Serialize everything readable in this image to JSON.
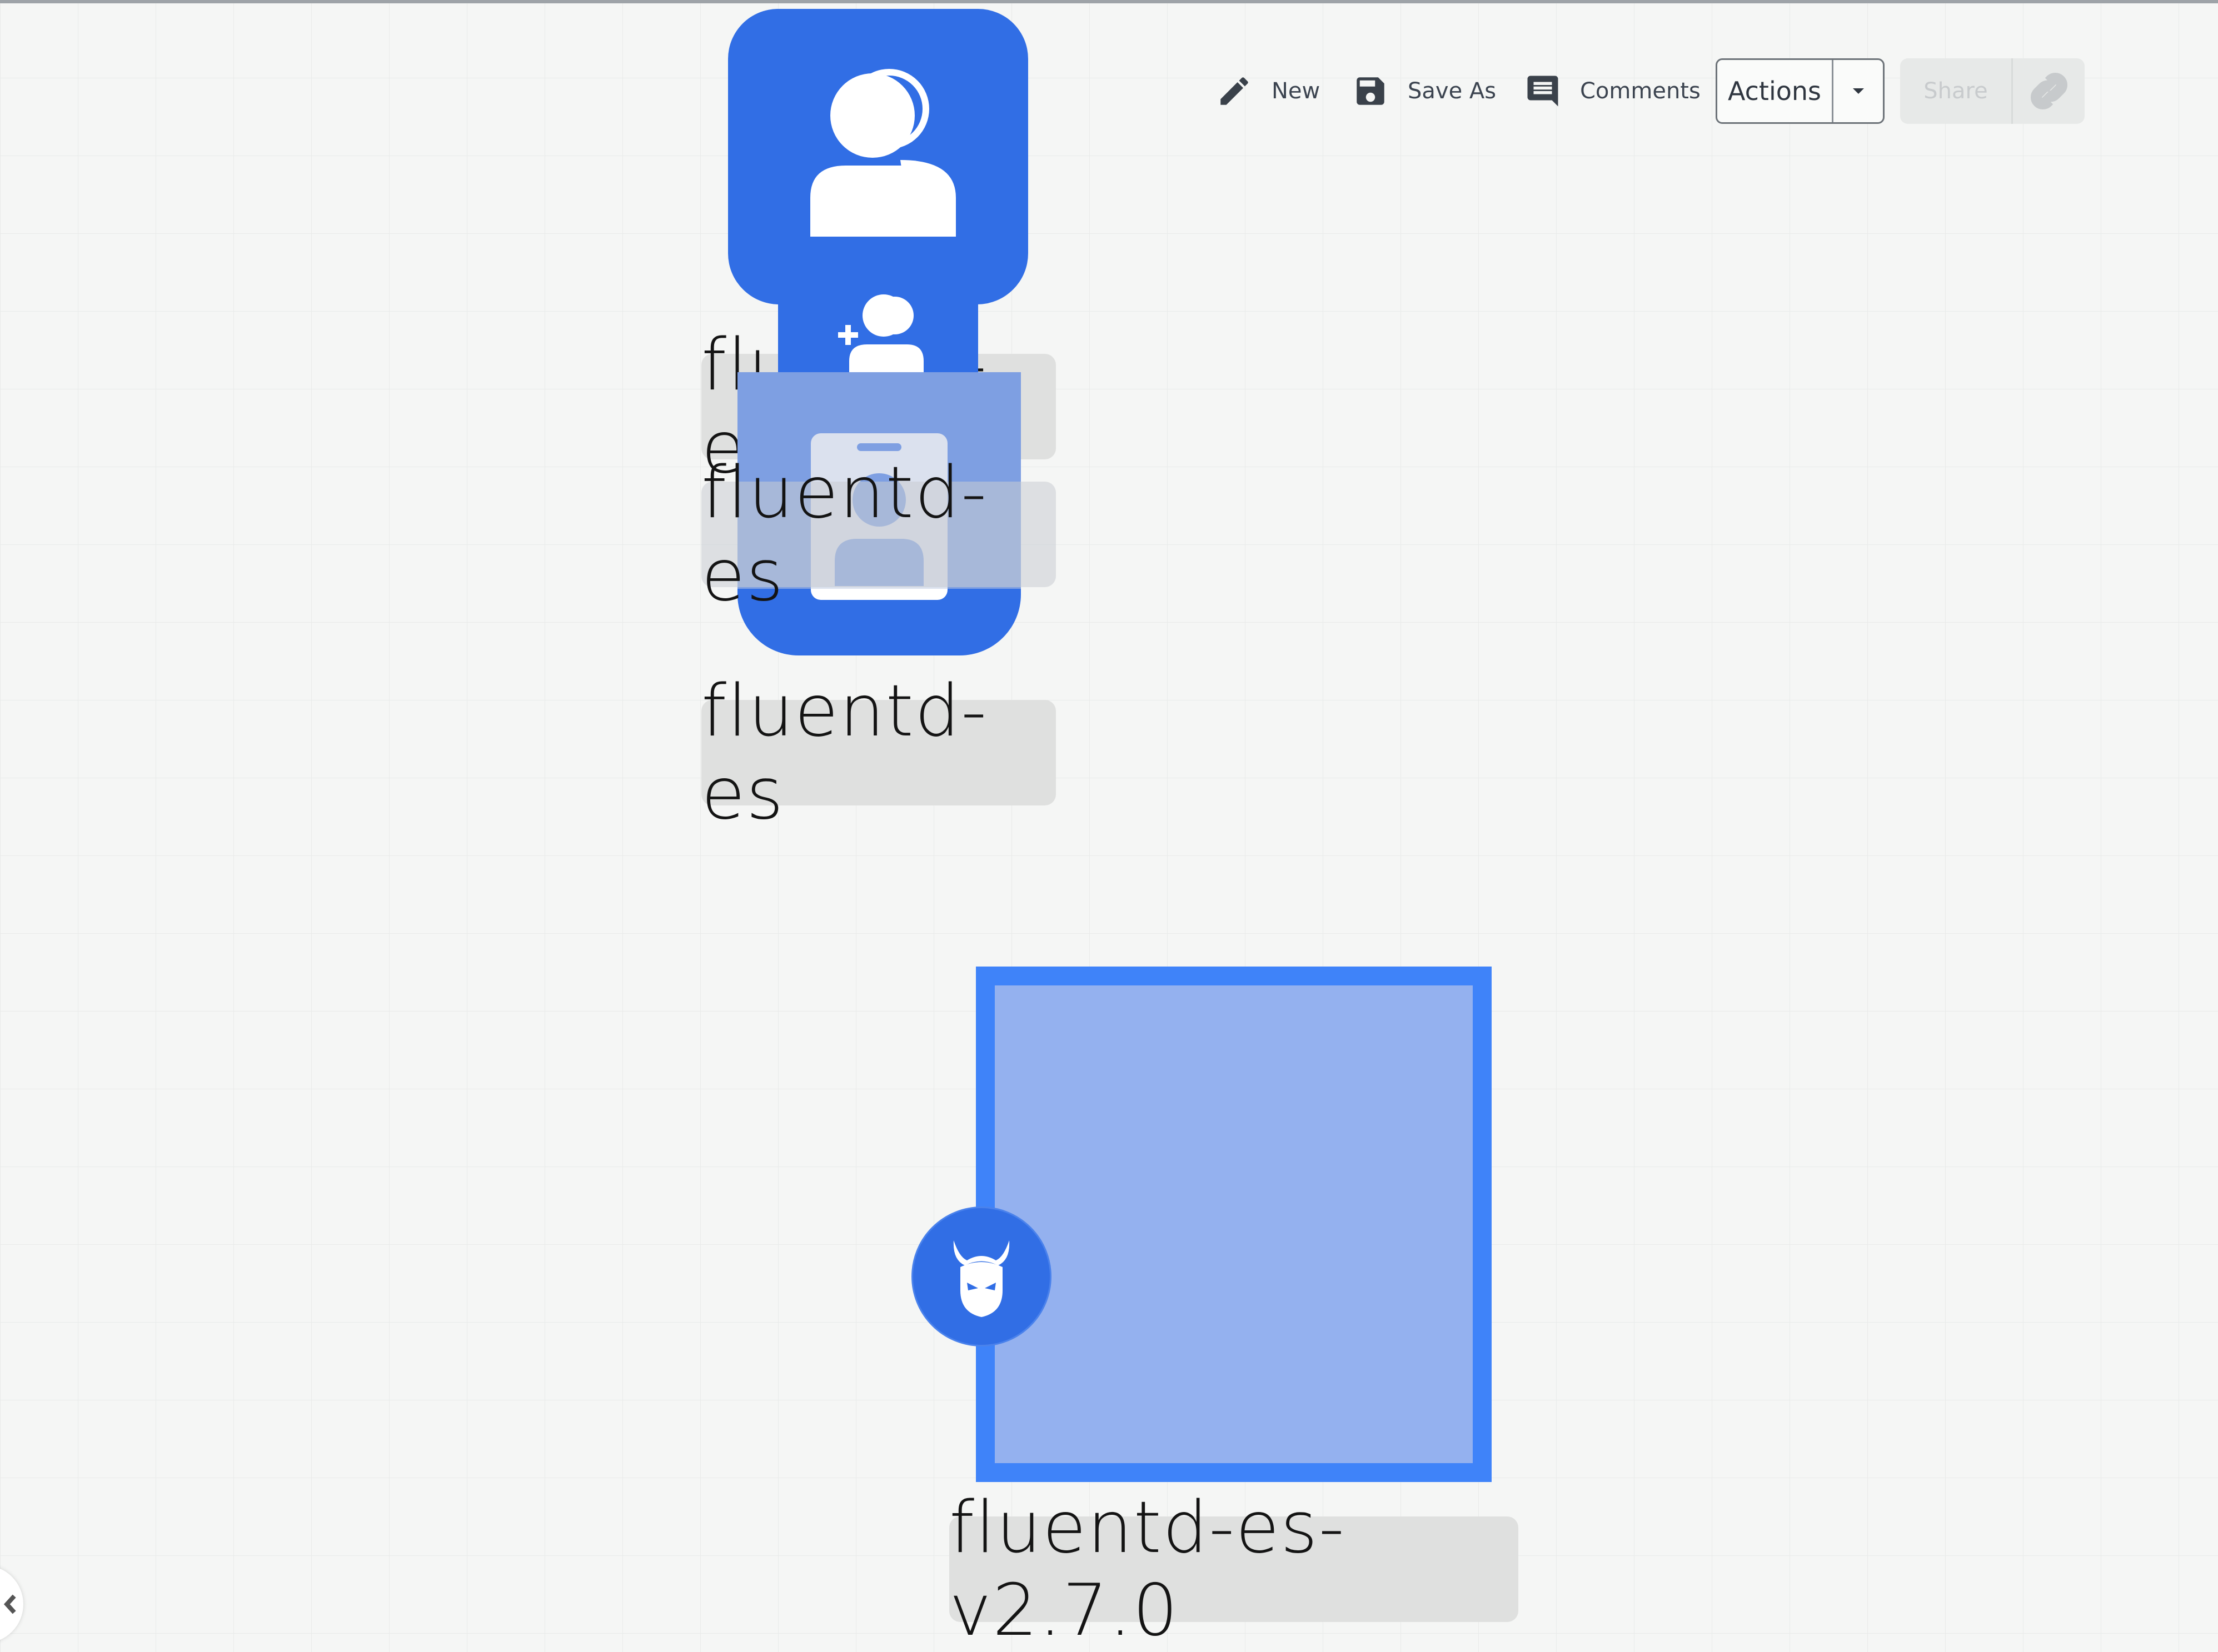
{
  "toolbar": {
    "new_label": "New",
    "save_as_label": "Save As",
    "comments_label": "Comments",
    "actions_label": "Actions",
    "share_label": "Share"
  },
  "canvas": {
    "label_1": "fluentd-es",
    "label_2": "fluentd-es",
    "label_3": "fluentd-es",
    "deployment_label": "fluentd-es-v2.7.0"
  },
  "colors": {
    "node_blue": "#316ee5",
    "deployment_border": "#3f83f9",
    "deployment_fill": "#94b1ef",
    "label_bg": "#dfe0df"
  },
  "icons": [
    "pencil-icon",
    "save-icon",
    "comment-icon",
    "caret-down-icon",
    "link-icon",
    "user-group-icon",
    "user-add-icon",
    "id-badge-icon",
    "devil-icon",
    "chevron-left-icon"
  ]
}
